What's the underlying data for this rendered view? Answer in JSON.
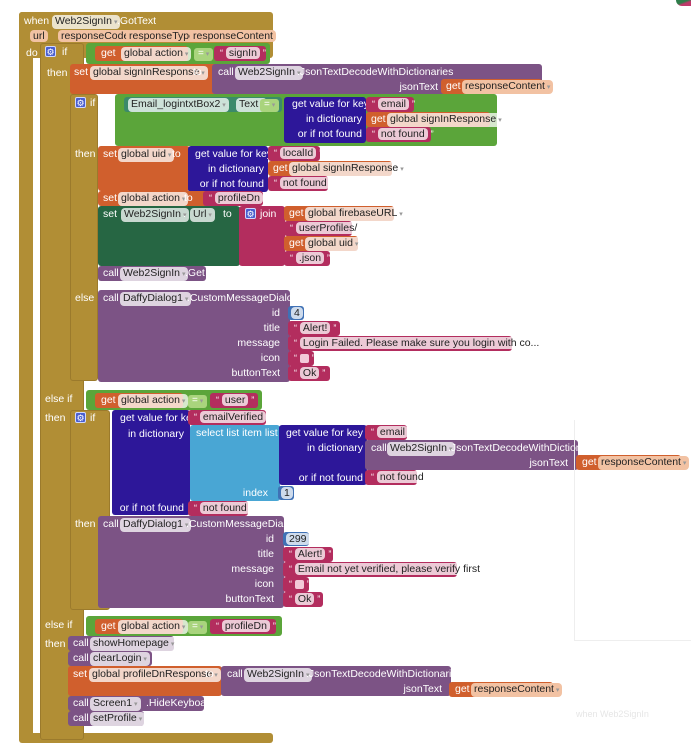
{
  "event": {
    "when_label": "when",
    "component": "Web2SignIn",
    "event_name": ".GotText",
    "params": [
      "url",
      "responseCode",
      "responseType",
      "responseContent"
    ],
    "do_label": "do"
  },
  "labels": {
    "if": "if",
    "then": "then",
    "else": "else",
    "else_if": "else if",
    "get": "get",
    "set": "set",
    "to": "to",
    "call": "call",
    "eq": "=",
    "join": "join",
    "get_value_for_key": "get value for key",
    "in_dictionary": "in dictionary",
    "or_if_not_found": "or if not found",
    "select_list_item": "select list item  list",
    "index": "index",
    "json_text": "jsonText",
    "json_decode": ".JsonTextDecodeWithDictionaries",
    "dot": ".",
    "gear_glyph": "⚙"
  },
  "branch1": {
    "cond_var": "global action",
    "cond_value": "signIn",
    "set_var": "global signInResponse",
    "decode_component": "Web2SignIn",
    "json_arg": "responseContent",
    "inner_if": {
      "component": "Email_logintxtBox2",
      "property": "Text",
      "key": "email",
      "dict_var": "global signInResponse",
      "not_found": "not found"
    },
    "then": {
      "uid_var": "global uid",
      "uid_key": "localId",
      "uid_dict": "global signInResponse",
      "uid_not_found": "not found",
      "action_var": "global action",
      "action_value": "profileDn",
      "url_component": "Web2SignIn",
      "url_property": "Url",
      "join_items": [
        "global firebaseURL",
        "userProfiles/",
        "global uid",
        ".json"
      ],
      "get_component": "Web2SignIn",
      "get_method": ".Get"
    },
    "else": {
      "dialog_component": "DaffyDialog1",
      "dialog_method": ".CustomMessageDialog",
      "arg_labels": [
        "id",
        "title",
        "message",
        "icon",
        "buttonText"
      ],
      "id": "4",
      "title": "Alert!",
      "message": "Login Failed. Please make sure you login with co...",
      "icon": "",
      "buttonText": "Ok"
    }
  },
  "branch2": {
    "cond_var": "global action",
    "cond_value": "user",
    "key": "emailVerified",
    "inner_key": "email",
    "decode_component": "Web2SignIn",
    "json_arg": "responseContent",
    "inner_not_found": "not found",
    "index": "1",
    "not_found": "not found",
    "dialog_component": "DaffyDialog1",
    "dialog_method": ".CustomMessageDialog",
    "arg_labels": [
      "id",
      "title",
      "message",
      "icon",
      "buttonText"
    ],
    "id": "299",
    "title": "Alert!",
    "message": "Email not yet verified, please verify first",
    "icon": "",
    "buttonText": "Ok"
  },
  "branch3": {
    "cond_var": "global action",
    "cond_value": "profileDn",
    "proc1": "showHomepage",
    "proc2": "clearLogin",
    "set_var": "global profileDnResponse",
    "decode_component": "Web2SignIn",
    "json_arg": "responseContent",
    "screen_component": "Screen1",
    "screen_method": ".HideKeyboard",
    "proc3": "setProfile"
  },
  "ghost": {
    "text": "when  Web2SignIn"
  }
}
